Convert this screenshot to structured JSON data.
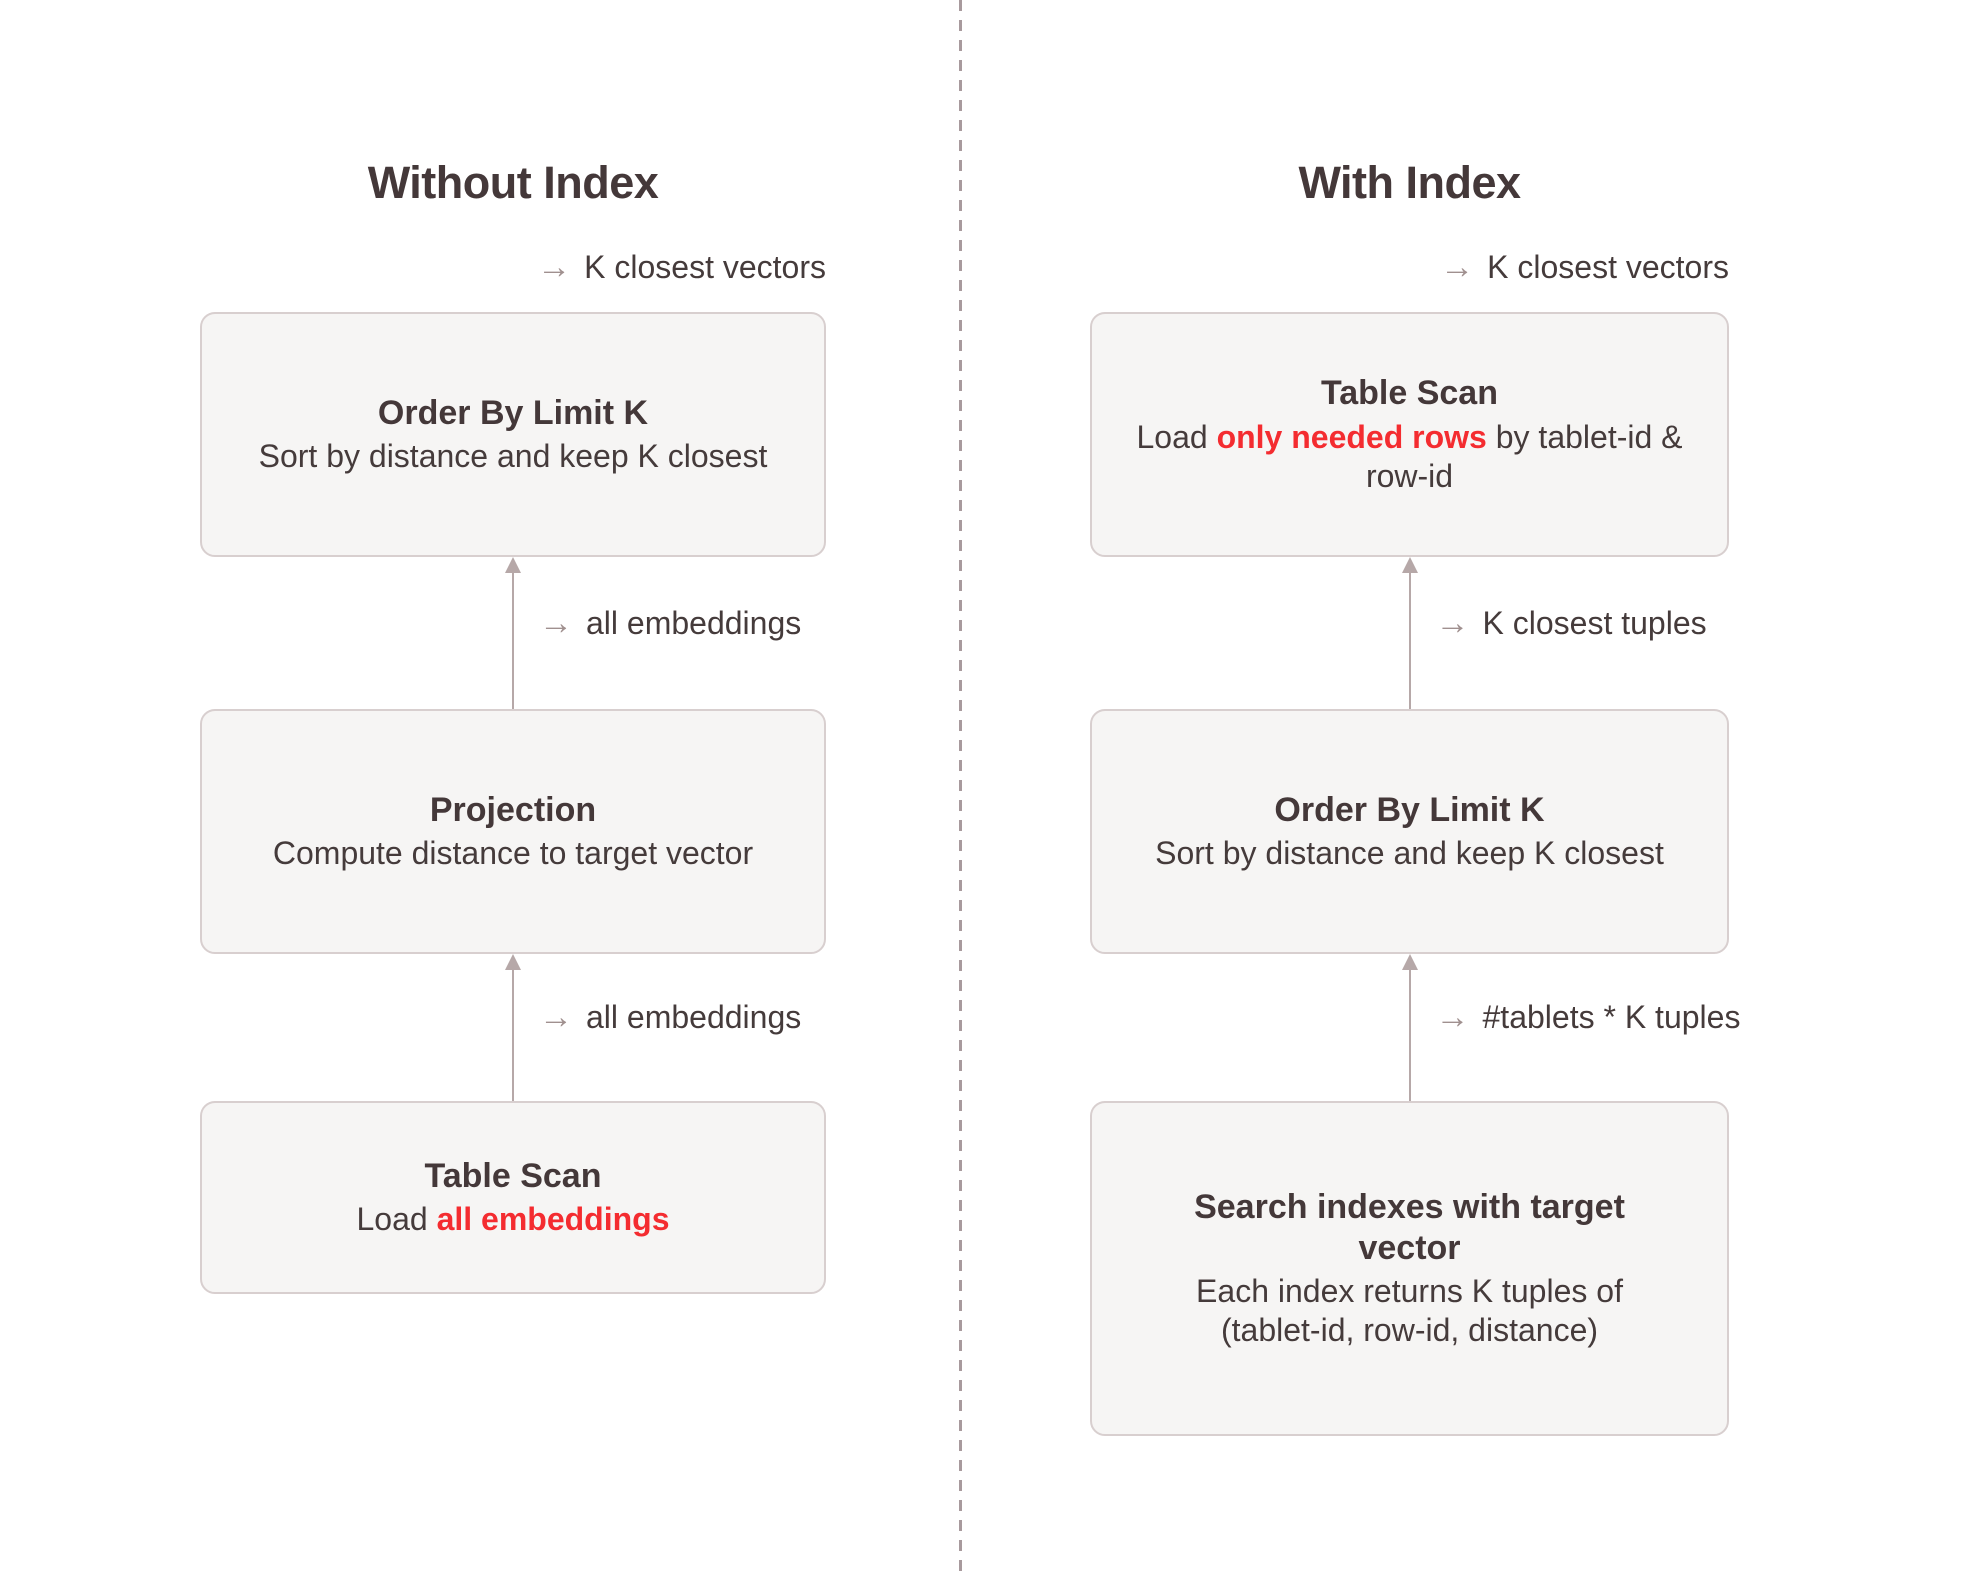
{
  "diagram": {
    "divider": "dashed-vertical-divider",
    "arrow_glyph": "→",
    "colors": {
      "highlight": "#f42c30",
      "text": "#453b3b",
      "box_fill": "#f6f5f4",
      "box_border": "#d8cfcf",
      "connector": "#b6a8a8"
    }
  },
  "left": {
    "title": "Without Index",
    "output_label": "K closest vectors",
    "nodes": [
      {
        "title": "Order By Limit K",
        "body_pre": "Sort by distance and keep K closest",
        "body_hl": "",
        "body_post": ""
      },
      {
        "title": "Projection",
        "body_pre": "Compute distance to target vector",
        "body_hl": "",
        "body_post": ""
      },
      {
        "title": "Table Scan",
        "body_pre": "Load ",
        "body_hl": "all embeddings",
        "body_post": ""
      }
    ],
    "edges": [
      {
        "label": "all embeddings"
      },
      {
        "label": "all embeddings"
      }
    ]
  },
  "right": {
    "title": "With Index",
    "output_label": "K closest vectors",
    "nodes": [
      {
        "title": "Table Scan",
        "body_pre": "Load ",
        "body_hl": "only needed rows",
        "body_post": " by tablet-id & row-id"
      },
      {
        "title": "Order By Limit K",
        "body_pre": "Sort by distance and keep K closest",
        "body_hl": "",
        "body_post": ""
      },
      {
        "title": "Search indexes with target vector",
        "body_pre": "Each index returns K tuples of (tablet-id, row-id, distance)",
        "body_hl": "",
        "body_post": ""
      }
    ],
    "edges": [
      {
        "label": "K closest tuples"
      },
      {
        "label": "#tablets * K tuples"
      }
    ]
  }
}
